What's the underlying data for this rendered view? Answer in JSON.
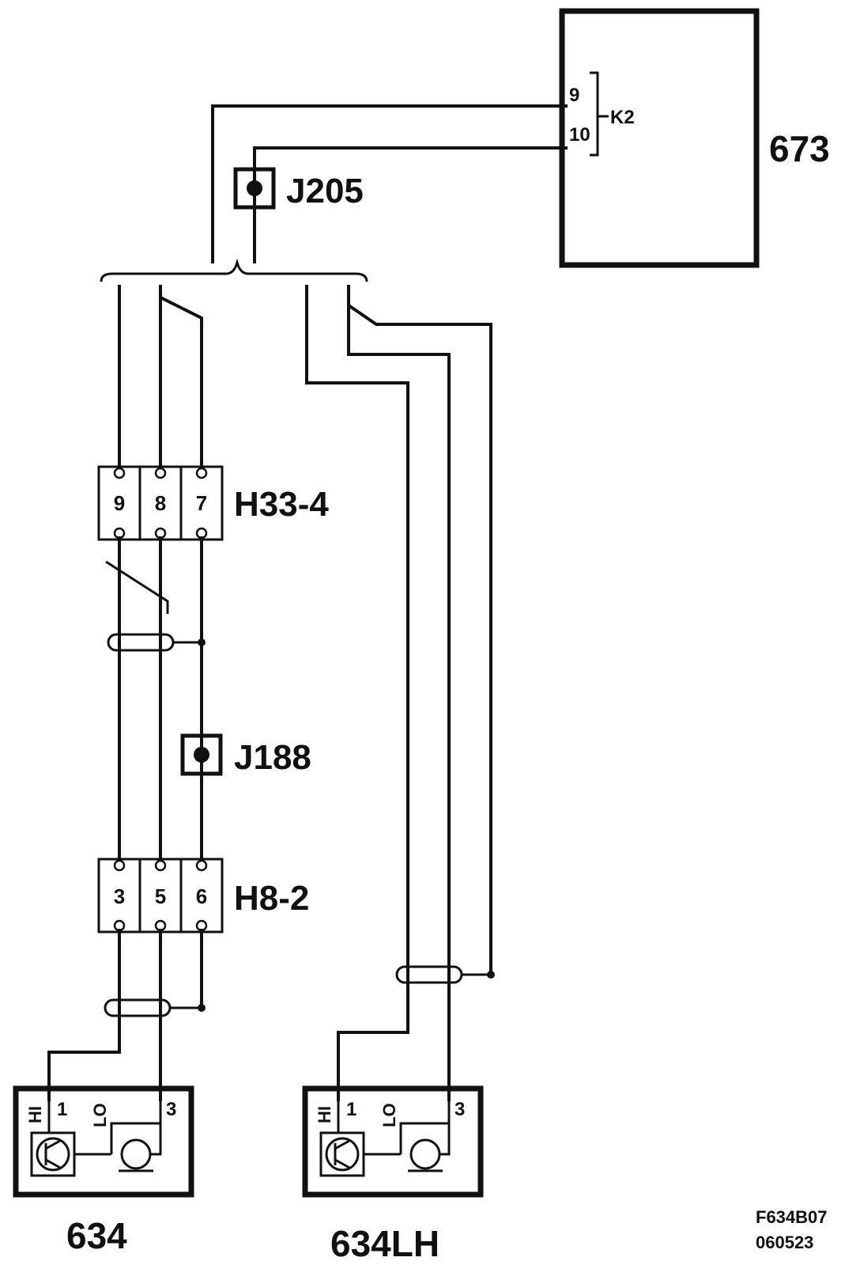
{
  "module": {
    "id": "673",
    "pins": [
      "9",
      "10"
    ],
    "bracket_label": "K2"
  },
  "junctions": {
    "top": "J205",
    "middle": "J188"
  },
  "connectors": {
    "upper": {
      "id": "H33-4",
      "pins": [
        "9",
        "8",
        "7"
      ]
    },
    "lower": {
      "id": "H8-2",
      "pins": [
        "3",
        "5",
        "6"
      ]
    }
  },
  "devices": {
    "left": {
      "id": "634",
      "hi": "HI",
      "lo": "LO",
      "pin1": "1",
      "pin3": "3"
    },
    "right": {
      "id": "634LH",
      "hi": "HI",
      "lo": "LO",
      "pin1": "1",
      "pin3": "3"
    }
  },
  "drawing_ref": {
    "line1": "F634B07",
    "line2": "060523"
  }
}
